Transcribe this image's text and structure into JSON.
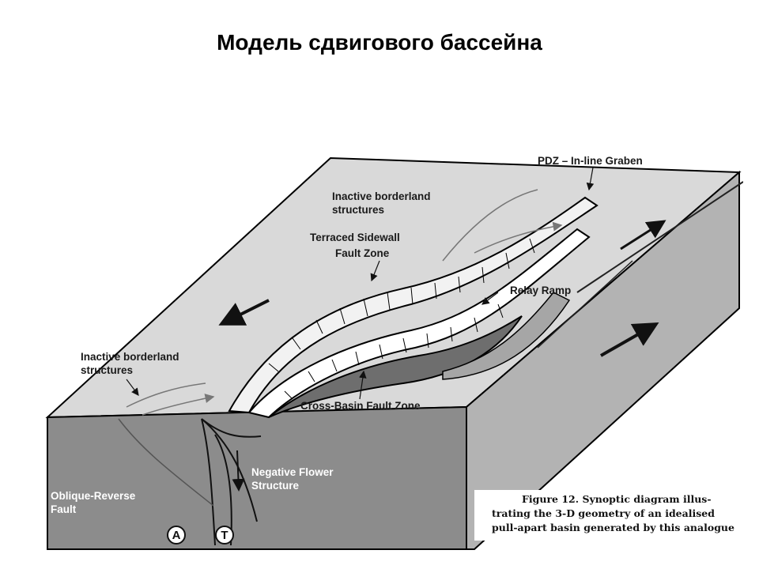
{
  "title": "Модель сдвигового бассейна",
  "labels": {
    "pdz": "PDZ – In-line Graben",
    "inactive_top_1": "Inactive borderland",
    "inactive_top_2": "structures",
    "terraced_1": "Terraced Sidewall",
    "terraced_2": "Fault Zone",
    "relay_ramp": "Relay Ramp",
    "inactive_left_1": "Inactive borderland",
    "inactive_left_2": "structures",
    "cross_basin": "Cross-Basin Fault Zone",
    "negative_flower_1": "Negative Flower",
    "negative_flower_2": "Structure",
    "oblique_reverse_1": "Oblique-Reverse",
    "oblique_reverse_2": "Fault"
  },
  "badges": {
    "a": "A",
    "t": "T"
  },
  "caption": [
    "Figure 12.   Synoptic diagram illus-",
    "trating the 3-D geometry of an idealised",
    "pull-apart basin generated by this analogue"
  ],
  "colors": {
    "top_surface": "#d9d9d9",
    "front_face": "#8c8c8c",
    "side_face": "#b3b3b3",
    "basin_floor": "#6e6e6e",
    "outline": "#000000"
  }
}
